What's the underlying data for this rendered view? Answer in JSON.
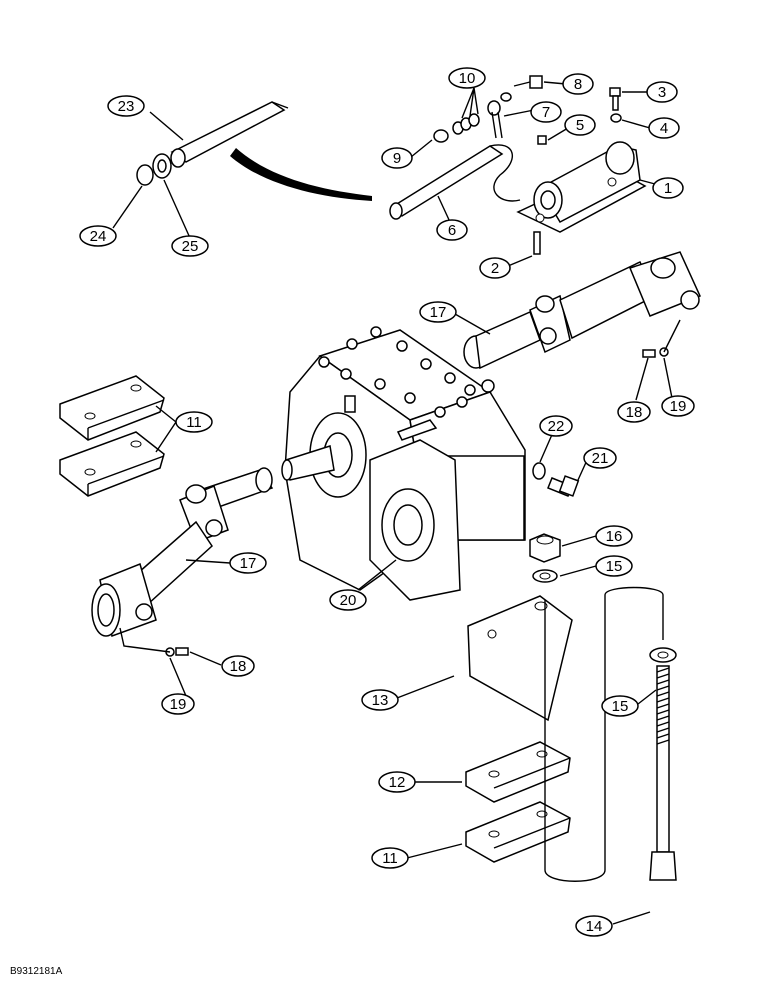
{
  "diagram_code": "B9312181A",
  "callouts": [
    {
      "id": "c1",
      "label": "1"
    },
    {
      "id": "c2",
      "label": "2"
    },
    {
      "id": "c3",
      "label": "3"
    },
    {
      "id": "c4",
      "label": "4"
    },
    {
      "id": "c5",
      "label": "5"
    },
    {
      "id": "c6",
      "label": "6"
    },
    {
      "id": "c7",
      "label": "7"
    },
    {
      "id": "c8",
      "label": "8"
    },
    {
      "id": "c9",
      "label": "9"
    },
    {
      "id": "c10",
      "label": "10"
    },
    {
      "id": "c11a",
      "label": "11"
    },
    {
      "id": "c11b",
      "label": "11"
    },
    {
      "id": "c12",
      "label": "12"
    },
    {
      "id": "c13",
      "label": "13"
    },
    {
      "id": "c14",
      "label": "14"
    },
    {
      "id": "c15a",
      "label": "15"
    },
    {
      "id": "c15b",
      "label": "15"
    },
    {
      "id": "c16",
      "label": "16"
    },
    {
      "id": "c17a",
      "label": "17"
    },
    {
      "id": "c17b",
      "label": "17"
    },
    {
      "id": "c18a",
      "label": "18"
    },
    {
      "id": "c18b",
      "label": "18"
    },
    {
      "id": "c19a",
      "label": "19"
    },
    {
      "id": "c19b",
      "label": "19"
    },
    {
      "id": "c20",
      "label": "20"
    },
    {
      "id": "c21",
      "label": "21"
    },
    {
      "id": "c22",
      "label": "22"
    },
    {
      "id": "c23",
      "label": "23"
    },
    {
      "id": "c24",
      "label": "24"
    },
    {
      "id": "c25",
      "label": "25"
    }
  ]
}
